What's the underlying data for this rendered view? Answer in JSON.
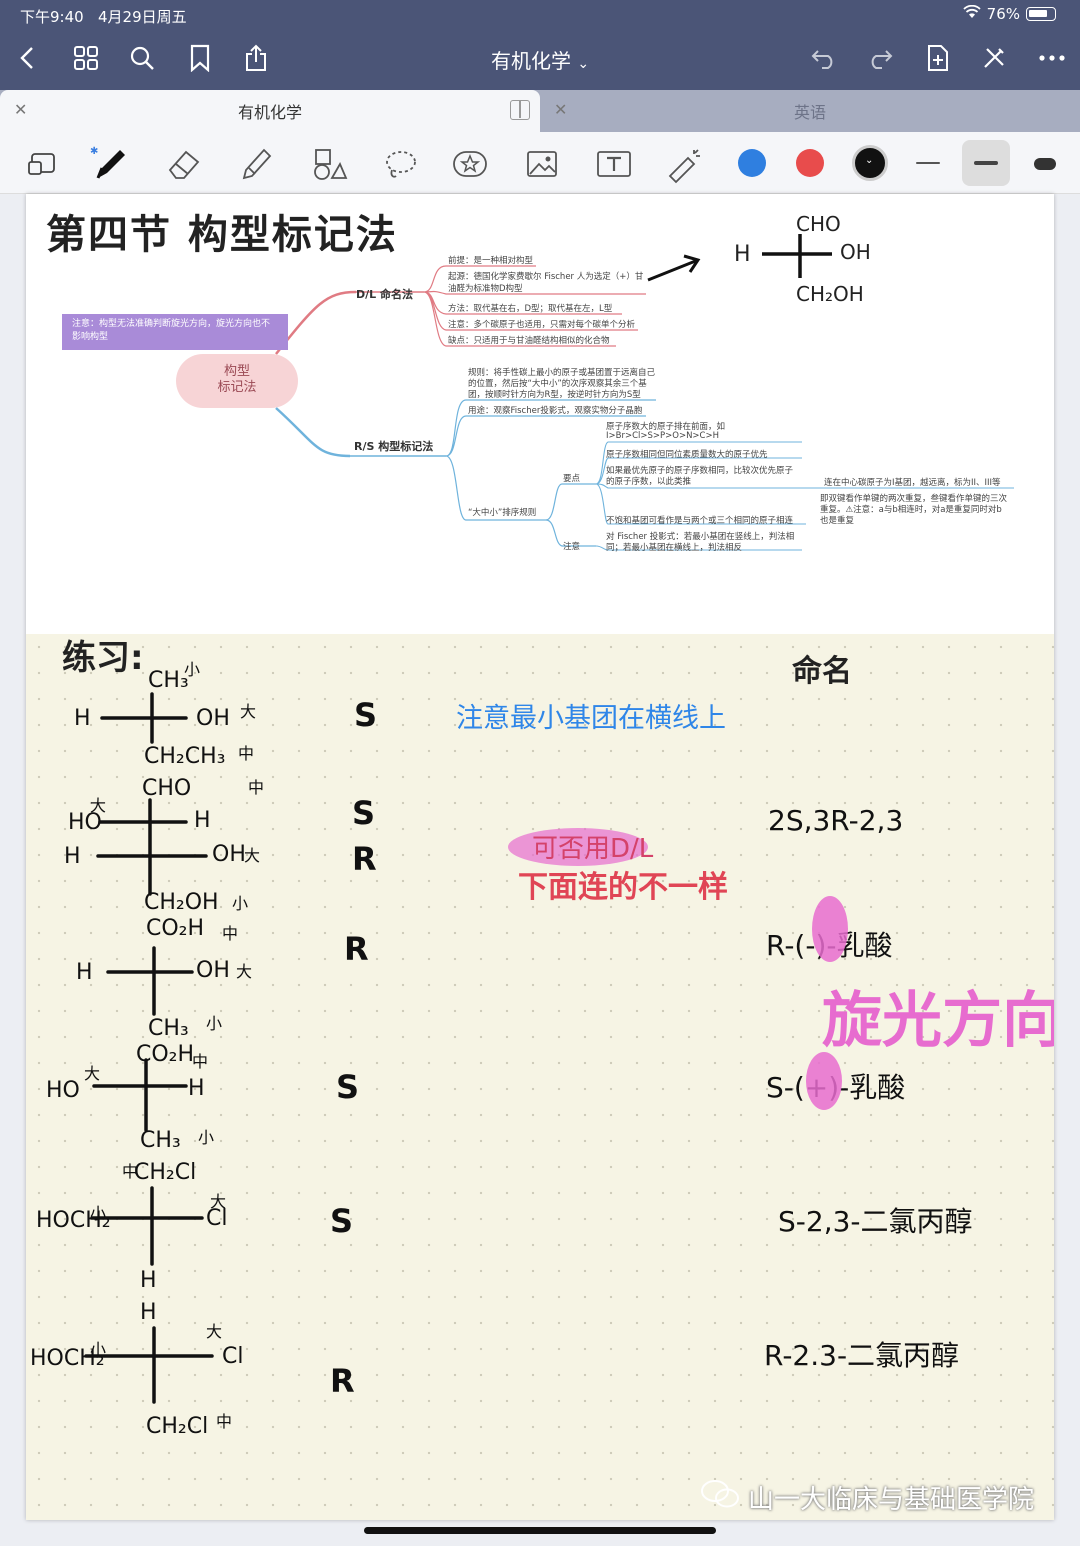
{
  "status": {
    "time": "下午9:40",
    "date": "4月29日周五",
    "battery": "76%"
  },
  "nav": {
    "title": "有机化学",
    "chevron": "⌄"
  },
  "tabs": [
    {
      "label": "有机化学",
      "active": true
    },
    {
      "label": "英语",
      "active": false
    }
  ],
  "toolbar": {
    "tools": [
      "zoom-icon",
      "pen-icon",
      "eraser-icon",
      "highlighter-icon",
      "shapes-icon",
      "lasso-icon",
      "sticker-icon",
      "image-icon",
      "text-icon",
      "laser-icon"
    ],
    "colors": [
      "#2f7fe0",
      "#e84c4c",
      "#111111"
    ]
  },
  "page": {
    "heading": "第四节  构型标记法",
    "fischer_top": {
      "top": "CHO",
      "left": "H",
      "right": "OH",
      "bottom": "CH₂OH"
    },
    "mindmap": {
      "center": "构型\n标记法",
      "note": "注意：构型无法准确判断旋光方向，旋光方向也不影响构型",
      "dl": {
        "label": "D/L 命名法",
        "items": [
          "前提：是一种相对构型",
          "起源：德国化学家费歇尔 Fischer 人为选定（+）甘",
          "油醛为标准物D构型",
          "方法：取代基在右，D型；取代基在左，L型",
          "注意：多个碳原子也适用，只需对每个碳单个分析",
          "缺点：只适用于与甘油醛结构相似的化合物"
        ]
      },
      "rs": {
        "label": "R/S 构型标记法",
        "rule_lines": [
          "规则：将手性碳上最小的原子或基团置于远离自己",
          "的位置，然后按“大中小”的次序观察其余三个基",
          "团，按顺时针方向为R型，按逆时针方向为S型"
        ],
        "use": "用途：观察Fischer投影式，观察实物分子晶胞",
        "order_label": "“大中小”排序规则",
        "key_label": "要点",
        "note_label": "注意",
        "keys": [
          "原子序数大的原子排在前面，如",
          "I>Br>Cl>S>P>O>N>C>H",
          "原子序数相同但同位素质量数大的原子优先",
          "如果最优先原子的原子序数相同，比较次优先原子",
          "的原子序数，以此类推",
          "连在中心碳原子为I基团，越远离，标为II、III等",
          "即双键看作单键的两次重复，叁键看作单键的三次",
          "重复。⚠注意：a与b相连时，对a是重复同时对b",
          "也是重复",
          "不饱和基团可看作是与两个或三个相同的原子相连"
        ],
        "notes": [
          "对 Fischer 投影式：若最小基团在竖线上，判法相",
          "同；若最小基团在横线上，判法相反"
        ]
      }
    },
    "exercise": {
      "title": "练习:",
      "naming_title": "命名",
      "blue_note": "注意最小基团在横线上",
      "red_note1": "可否用D/L",
      "red_note2": "下面连的不一样",
      "pink_note": "旋光方向",
      "molecules": [
        {
          "top": "CH₃",
          "top_tag": "小",
          "left": "H",
          "right": "OH",
          "right_tag": "大",
          "bottom": "CH₂CH₃",
          "bottom_tag": "中",
          "answer": "S",
          "name": ""
        },
        {
          "top": "CHO",
          "top_tag": "中",
          "left1": "HO",
          "left1_tag": "大",
          "right1": "H",
          "left2": "H",
          "right2": "OH",
          "right2_tag": "大",
          "bottom": "CH₂OH",
          "bottom_tag": "小",
          "answer1": "S",
          "answer2": "R",
          "name": "2S,3R-2,3"
        },
        {
          "top": "CO₂H",
          "top_tag": "中",
          "left": "H",
          "right": "OH",
          "right_tag": "大",
          "bottom": "CH₃",
          "bottom_tag": "小",
          "answer": "R",
          "name": "R-(-)-乳酸"
        },
        {
          "top": "CO₂H",
          "top_tag": "中",
          "left": "HO",
          "left_tag": "大",
          "right": "H",
          "bottom": "CH₃",
          "bottom_tag": "小",
          "answer": "S",
          "name": "S-(+)-乳酸"
        },
        {
          "top": "CH₂Cl",
          "top_tag": "中",
          "left": "HOCH₂",
          "left_tag": "小",
          "right": "Cl",
          "right_tag": "大",
          "bottom": "H",
          "answer": "S",
          "name": "S-2,3-二氯丙醇"
        },
        {
          "top": "H",
          "left": "HOCH₂",
          "left_tag": "小",
          "right": "Cl",
          "right_tag": "大",
          "bottom": "CH₂Cl",
          "bottom_tag": "中",
          "answer": "R",
          "name": "R-2.3-二氯丙醇"
        }
      ]
    }
  },
  "watermark": "山一大临床与基础医学院"
}
